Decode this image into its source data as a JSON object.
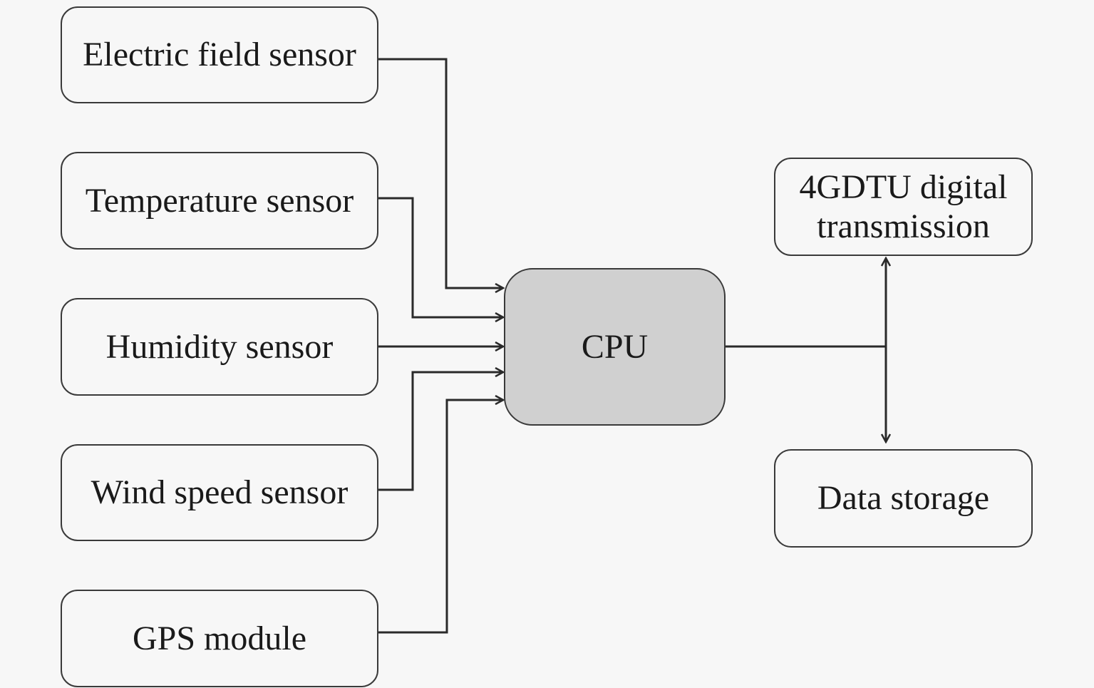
{
  "diagram": {
    "inputs": [
      {
        "id": "electric",
        "label": "Electric field sensor"
      },
      {
        "id": "temperature",
        "label": "Temperature sensor"
      },
      {
        "id": "humidity",
        "label": "Humidity sensor"
      },
      {
        "id": "wind",
        "label": "Wind speed sensor"
      },
      {
        "id": "gps",
        "label": "GPS module"
      }
    ],
    "processor": {
      "label": "CPU",
      "fill": "#d0d0d0"
    },
    "outputs": [
      {
        "id": "dtu",
        "line1": "4GDTU digital",
        "line2": "transmission"
      },
      {
        "id": "storage",
        "label": "Data storage"
      }
    ],
    "edges": [
      {
        "from": "Electric field sensor",
        "to": "CPU",
        "arrow": "to"
      },
      {
        "from": "Temperature sensor",
        "to": "CPU",
        "arrow": "to"
      },
      {
        "from": "Humidity sensor",
        "to": "CPU",
        "arrow": "to"
      },
      {
        "from": "Wind speed sensor",
        "to": "CPU",
        "arrow": "to"
      },
      {
        "from": "GPS module",
        "to": "CPU",
        "arrow": "to"
      },
      {
        "from": "CPU",
        "to": "4GDTU digital transmission",
        "arrow": "to"
      },
      {
        "from": "CPU",
        "to": "Data storage",
        "arrow": "to"
      }
    ],
    "colors": {
      "stroke": "#3a3a3a",
      "background": "#f7f7f7"
    }
  }
}
